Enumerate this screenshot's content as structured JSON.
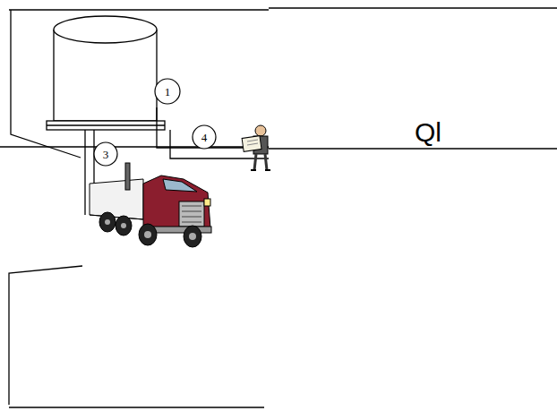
{
  "diagram": {
    "labels": [
      "1",
      "4",
      "Ql",
      "3"
    ]
  }
}
